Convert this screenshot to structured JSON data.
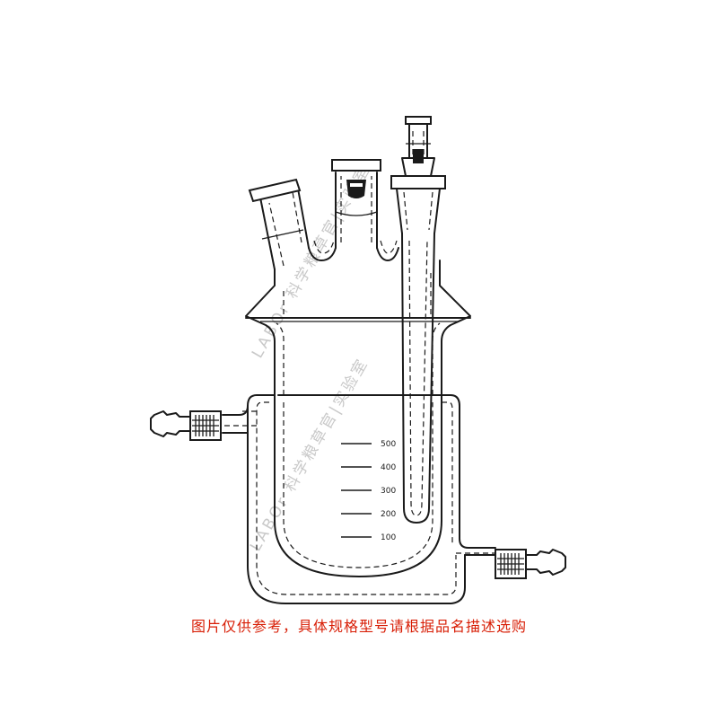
{
  "caption": "图片仅供参考，具体规格型号请根据品名描述选购",
  "watermark": "LABOr 科学粮草官|实验室",
  "scale": {
    "unit_marks": [
      "500",
      "400",
      "300",
      "200",
      "100"
    ]
  },
  "colors": {
    "line": "#1a1a1a",
    "caption": "#d81e06",
    "watermark": "#c9c9c9"
  }
}
